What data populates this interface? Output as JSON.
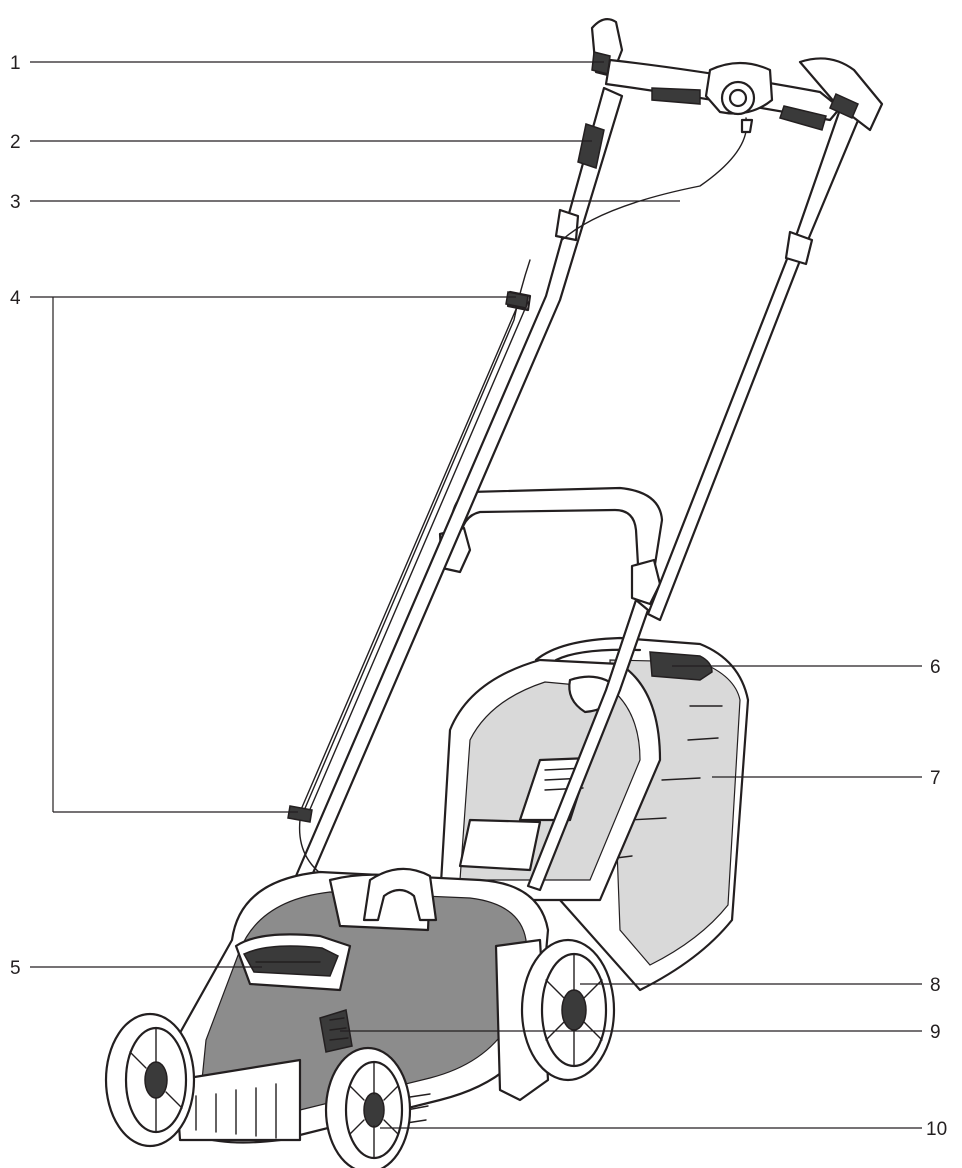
{
  "callouts": [
    {
      "id": "1",
      "label": "1"
    },
    {
      "id": "2",
      "label": "2"
    },
    {
      "id": "3",
      "label": "3"
    },
    {
      "id": "4",
      "label": "4"
    },
    {
      "id": "5",
      "label": "5"
    },
    {
      "id": "6",
      "label": "6"
    },
    {
      "id": "7",
      "label": "7"
    },
    {
      "id": "8",
      "label": "8"
    },
    {
      "id": "9",
      "label": "9"
    },
    {
      "id": "10",
      "label": "10"
    }
  ],
  "colors": {
    "ink": "#231f20",
    "dark_part": "#3a3a3a",
    "mid_part": "#8c8c8c",
    "light_part": "#d9d9d9",
    "background": "#ffffff"
  }
}
